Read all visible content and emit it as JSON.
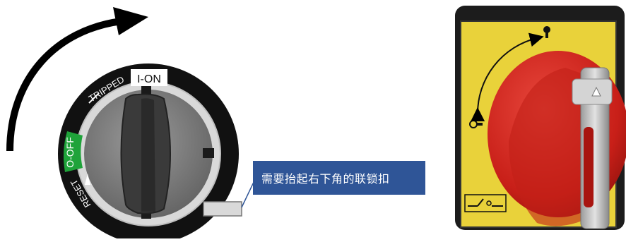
{
  "dial": {
    "label_on": "I-ON",
    "label_tripped": "TRIPPED",
    "label_off": "O-OFF",
    "label_reset": "RESET"
  },
  "callout": {
    "text": "需要抬起右下角的联锁扣"
  },
  "colors": {
    "callout_bg": "#2f5597",
    "off_green": "#1fa33a",
    "handle_red": "#d7261e",
    "panel_yellow": "#e9d23a",
    "dial_black": "#111111"
  },
  "icons": {
    "rotation_arrow": "curved-arrow-clockwise",
    "on_symbol": "lamp-on-icon",
    "off_symbol": "lamp-off-icon",
    "padlock_symbol": "switch-symbol-icon"
  }
}
